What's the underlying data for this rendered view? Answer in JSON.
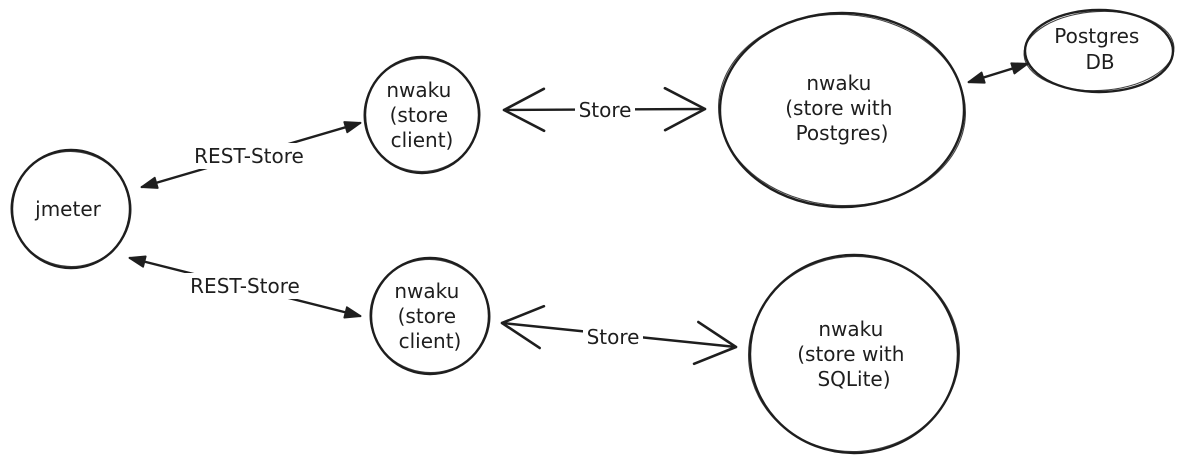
{
  "colors": {
    "ink": "#1e1e1e",
    "background": "#ffffff"
  },
  "nodes": {
    "jmeter": {
      "lines": [
        "jmeter"
      ]
    },
    "store_client_top": {
      "lines": [
        "nwaku",
        "(store",
        "client)"
      ]
    },
    "store_postgres": {
      "lines": [
        "nwaku",
        "(store with",
        "Postgres)"
      ]
    },
    "postgres_db": {
      "lines": [
        "Postgres",
        "DB"
      ]
    },
    "store_client_bottom": {
      "lines": [
        "nwaku",
        "(store",
        "client)"
      ]
    },
    "store_sqlite": {
      "lines": [
        "nwaku",
        "(store with",
        "SQLite)"
      ]
    }
  },
  "edges": {
    "rest_store_top": {
      "label": "REST-Store"
    },
    "store_top": {
      "label": "Store"
    },
    "postgres_db_link": {
      "label": ""
    },
    "rest_store_bottom": {
      "label": "REST-Store"
    },
    "store_bottom": {
      "label": "Store"
    }
  }
}
